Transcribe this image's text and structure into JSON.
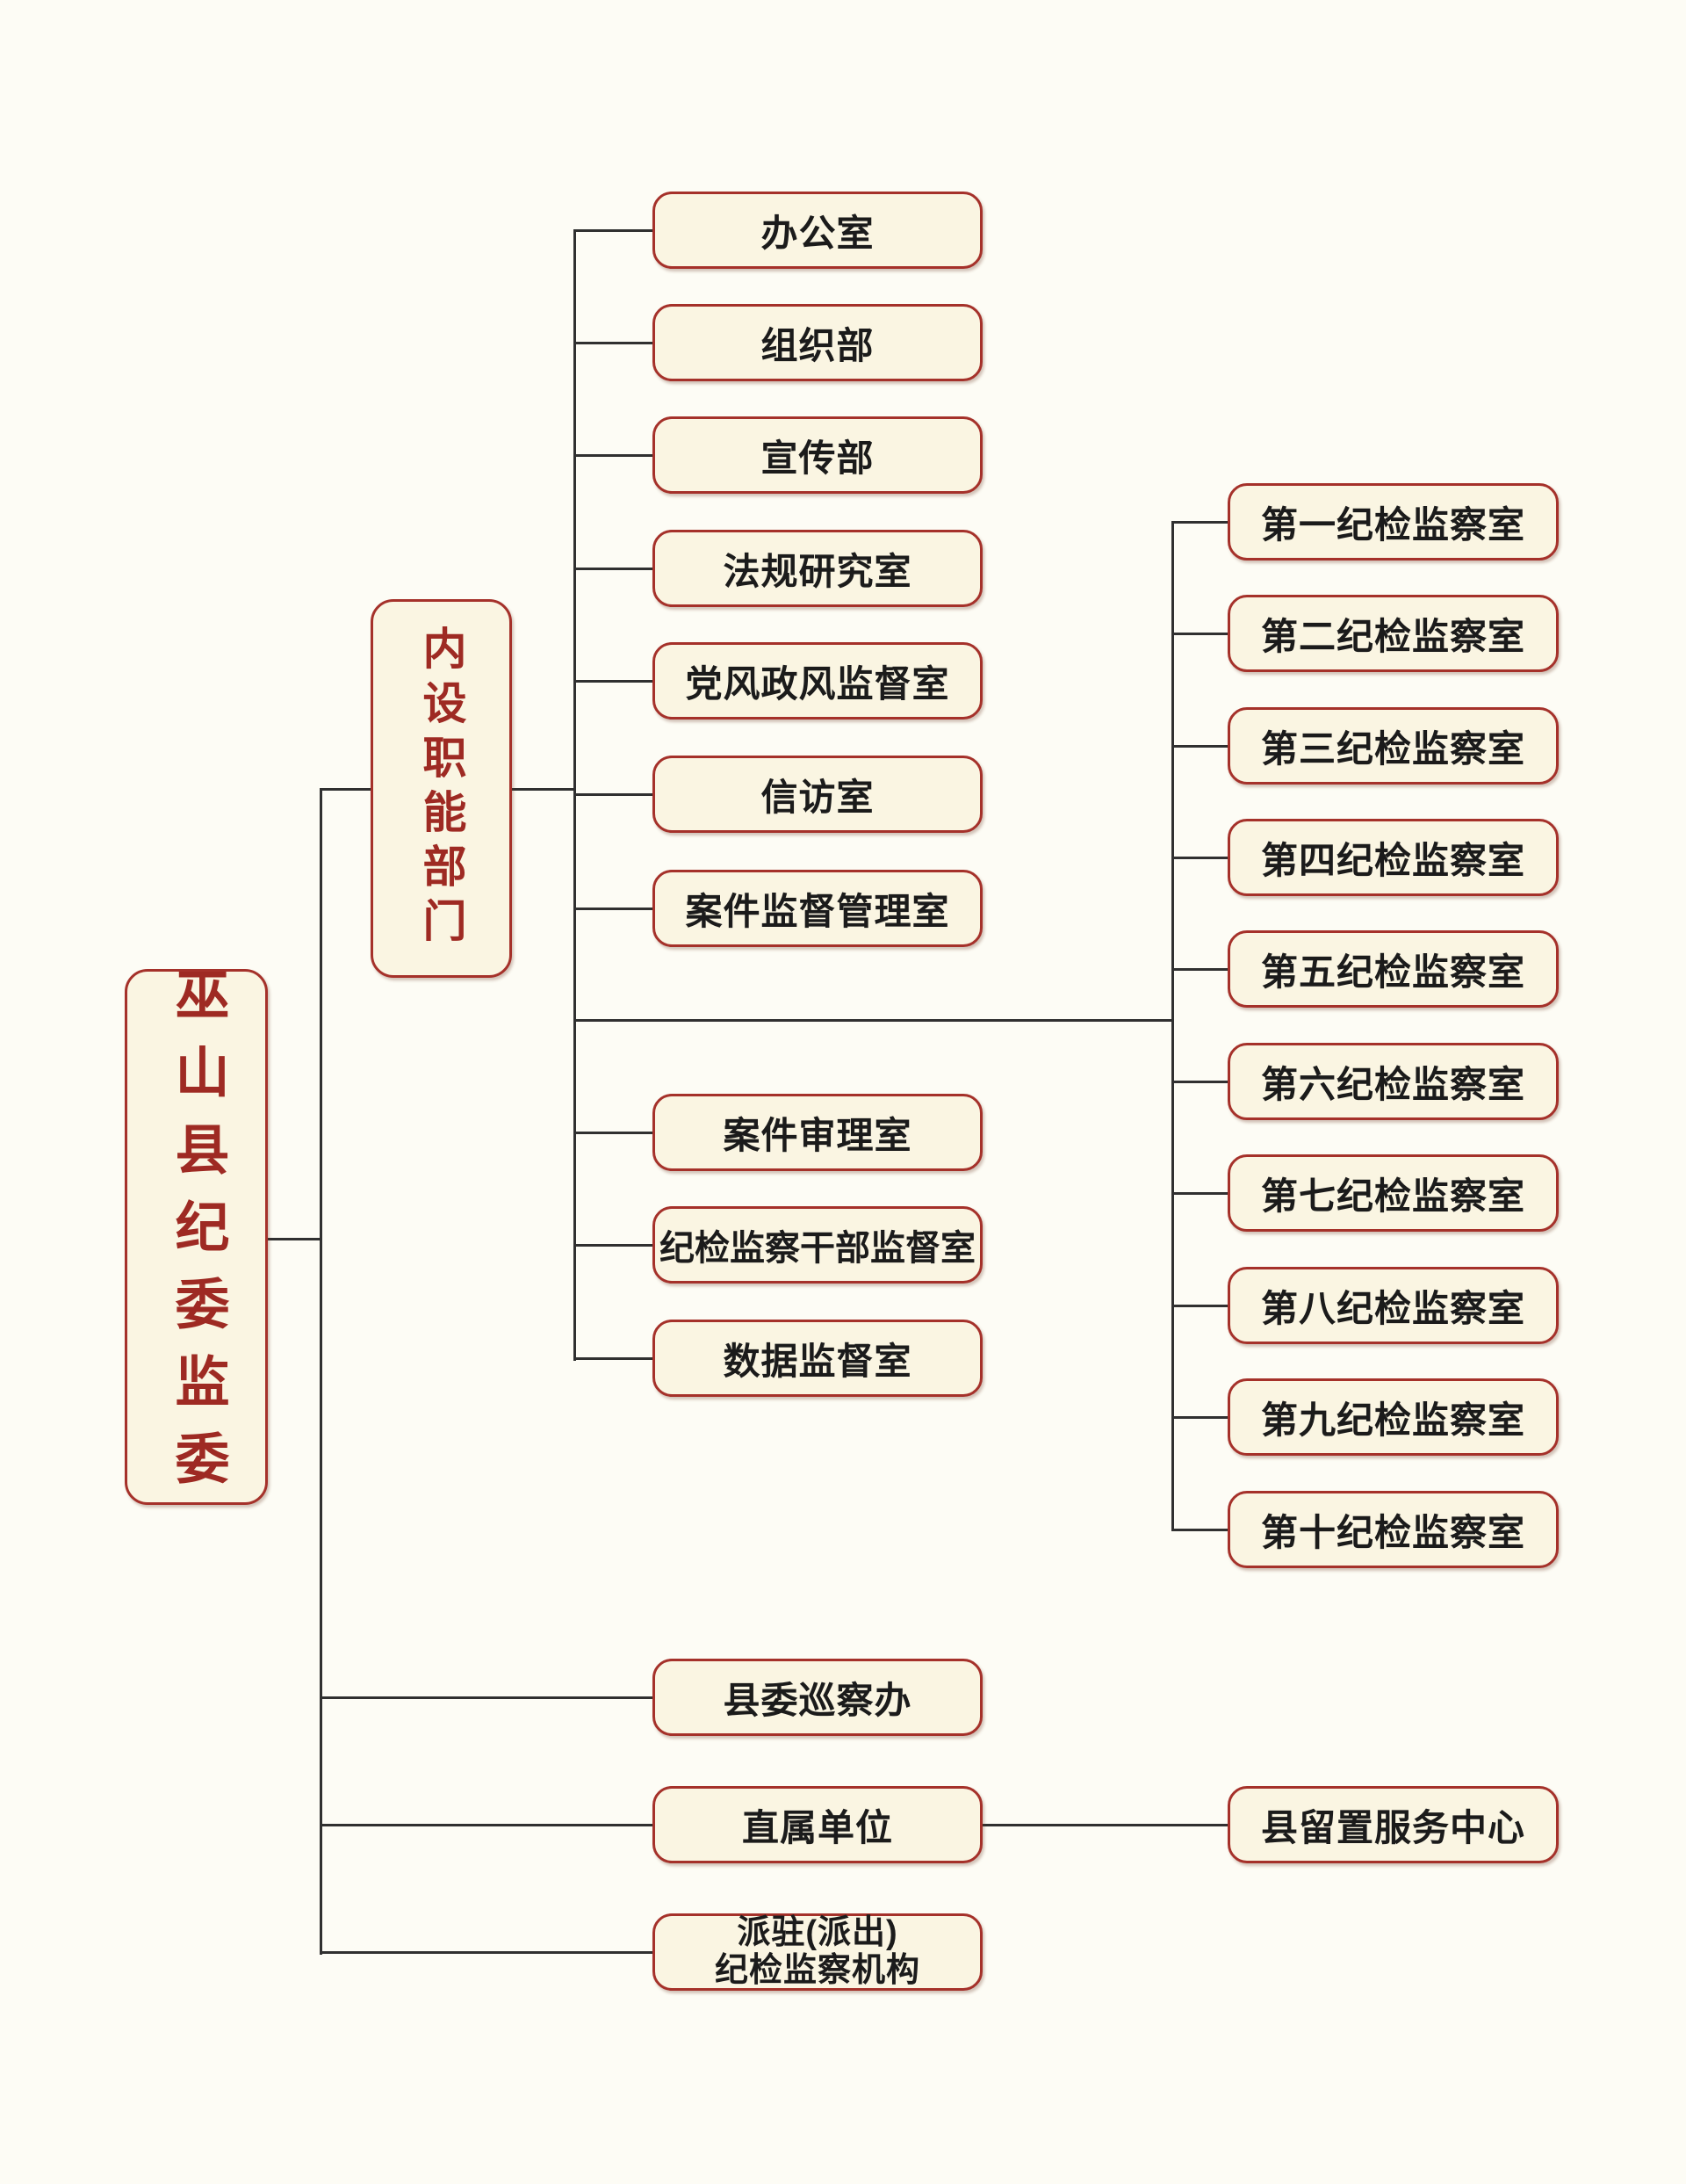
{
  "org_chart": {
    "root": "巫山县纪委监委",
    "internal_group": "内设职能部门",
    "internal_departments": [
      "办公室",
      "组织部",
      "宣传部",
      "法规研究室",
      "党风政风监督室",
      "信访室",
      "案件监督管理室",
      "案件审理室",
      "纪检监察干部监督室",
      "数据监督室"
    ],
    "discipline_inspection_offices": [
      "第一纪检监察室",
      "第二纪检监察室",
      "第三纪检监察室",
      "第四纪检监察室",
      "第五纪检监察室",
      "第六纪检监察室",
      "第七纪检监察室",
      "第八纪检监察室",
      "第九纪检监察室",
      "第十纪检监察室"
    ],
    "other_branches": {
      "county_inspection_office": "县委巡察办",
      "direct_units": "直属单位",
      "dispatched_line1": "派驻(派出)",
      "dispatched_line2": "纪检监察机构",
      "detention_service_center": "县留置服务中心"
    },
    "colors": {
      "page_background": "#FDFCF5",
      "node_fill": "#FAF5E2",
      "node_border": "#A5312A",
      "accent_text": "#9E2A23",
      "label_text": "#1B1B1B",
      "connector_line": "#303030"
    }
  }
}
